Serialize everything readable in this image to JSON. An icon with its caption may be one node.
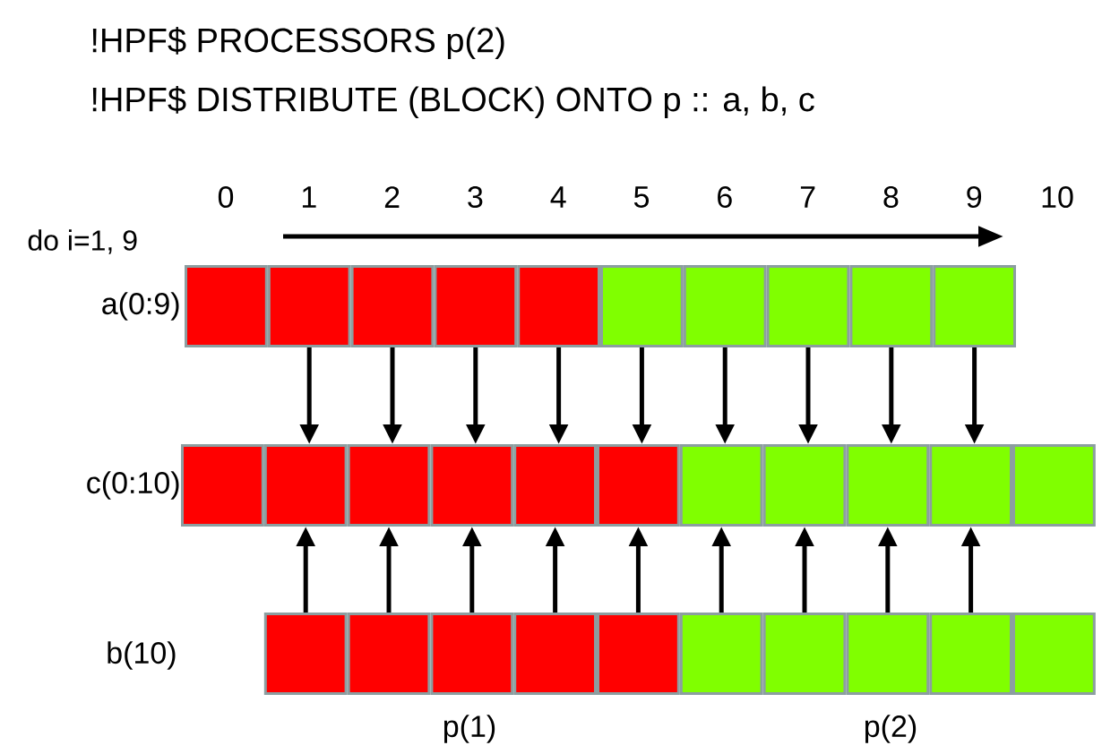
{
  "diagram": {
    "nodes": [
      {
        "text": [],
        "shape": "box"
      },
      {
        "text": [],
        "shape": "box"
      },
      {
        "text": [],
        "shape": "box"
      },
      {
        "text": [],
        "shape": "box"
      },
      {
        "text": [],
        "shape": "box"
      },
      {
        "text": [],
        "shape": "box"
      },
      {
        "text": [],
        "shape": "box"
      },
      {
        "text": [],
        "shape": "box"
      },
      {
        "text": [],
        "shape": "box"
      },
      {
        "text": [],
        "shape": "box"
      },
      {
        "text": [],
        "shape": "box"
      },
      {
        "text": [],
        "shape": "box"
      },
      {
        "text": [],
        "shape": "box"
      },
      {
        "text": [],
        "shape": "box"
      },
      {
        "text": [],
        "shape": "box"
      },
      {
        "text": [],
        "shape": "box"
      },
      {
        "text": [],
        "shape": "box"
      },
      {
        "text": [],
        "shape": "box"
      },
      {
        "text": [],
        "shape": "box"
      },
      {
        "text": [],
        "shape": "box"
      },
      {
        "text": [],
        "shape": "box"
      },
      {
        "text": [],
        "shape": "box"
      },
      {
        "text": [],
        "shape": "box"
      },
      {
        "text": [],
        "shape": "box"
      },
      {
        "text": [],
        "shape": "box"
      },
      {
        "text": [],
        "shape": "box"
      },
      {
        "text": [],
        "shape": "box"
      },
      {
        "text": [],
        "shape": "box"
      },
      {
        "text": [],
        "shape": "box"
      },
      {
        "text": [],
        "shape": "box"
      },
      {
        "text": [],
        "shape": "box"
      }
    ],
    "edges": [
      {
        "from": 1,
        "to": 11,
        "arrow": "to"
      },
      {
        "from": 2,
        "to": 12,
        "arrow": "to"
      },
      {
        "from": 3,
        "to": 13,
        "arrow": "to"
      },
      {
        "from": 4,
        "to": 14,
        "arrow": "to"
      },
      {
        "from": 5,
        "to": 15,
        "arrow": "to"
      },
      {
        "from": 6,
        "to": 16,
        "arrow": "to"
      },
      {
        "from": 7,
        "to": 17,
        "arrow": "to"
      },
      {
        "from": 8,
        "to": 18,
        "arrow": "to"
      },
      {
        "from": 9,
        "to": 19,
        "arrow": "to"
      },
      {
        "from": 21,
        "to": 11,
        "arrow": "to"
      },
      {
        "from": 22,
        "to": 12,
        "arrow": "to"
      },
      {
        "from": 23,
        "to": 13,
        "arrow": "to"
      },
      {
        "from": 24,
        "to": 14,
        "arrow": "to"
      },
      {
        "from": 25,
        "to": 15,
        "arrow": "to"
      },
      {
        "from": 26,
        "to": 16,
        "arrow": "to"
      },
      {
        "from": 27,
        "to": 17,
        "arrow": "to"
      },
      {
        "from": 28,
        "to": 18,
        "arrow": "to"
      },
      {
        "from": 29,
        "to": 19,
        "arrow": "to"
      }
    ],
    "labels": [
      "!HPF$ PROCESSORS p(2)",
      "!HPF$ DISTRIBUTE (BLOCK) ONTO p :: a, b, c",
      "0",
      "1",
      "2",
      "3",
      "4",
      "5",
      "6",
      "7",
      "8",
      "9",
      "10",
      "do i=1, 9",
      "a(0:9)",
      "c(0:10)",
      "b(10)",
      "p(1)",
      "p(2)"
    ]
  }
}
